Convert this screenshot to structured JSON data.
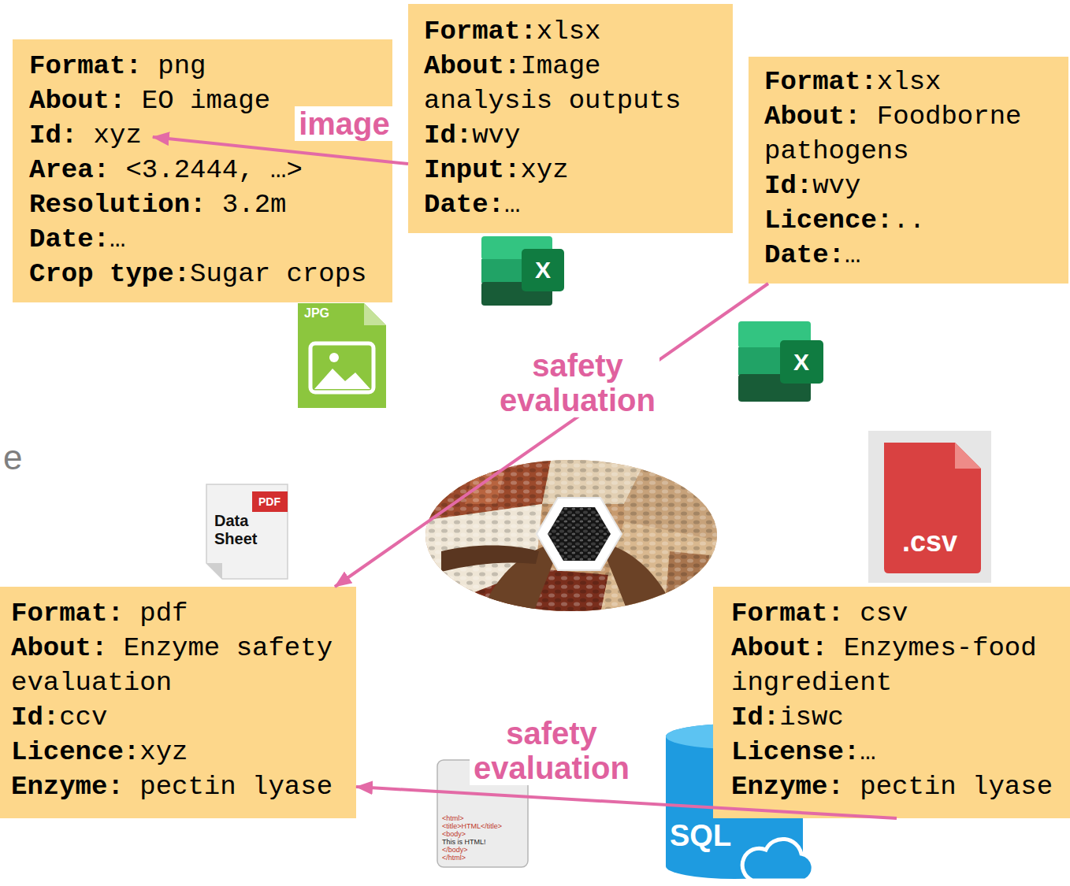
{
  "diagram": {
    "nodes": [
      {
        "text": [
          "Format: png",
          "About: EO image",
          "Id: xyz",
          "Area: <3.2444, …>",
          "Resolution: 3.2m",
          "Date:…",
          "Crop type:Sugar crops"
        ]
      },
      {
        "text": [
          "Format:xlsx",
          "About:Image analysis outputs",
          "Id:wvy",
          "Input:xyz",
          "Date:…"
        ]
      },
      {
        "text": [
          "Format:xlsx",
          "About: Foodborne pathogens",
          "Id:wvy",
          "Licence:..",
          "Date:…"
        ]
      },
      {
        "text": [
          "Format: pdf",
          "About: Enzyme safety evaluation",
          "Id:ccv",
          "Licence:xyz",
          "Enzyme: pectin lyase"
        ]
      },
      {
        "text": [
          "Format: csv",
          "About: Enzymes-food ingredient",
          "Id:iswc",
          "License:…",
          "Enzyme: pectin lyase"
        ]
      }
    ],
    "edges": [
      {
        "from": 1,
        "to": 0,
        "arrow": "to",
        "label": "image"
      },
      {
        "from": 2,
        "to": 3,
        "arrow": "to",
        "label": "safety evaluation"
      },
      {
        "from": 4,
        "to": 3,
        "arrow": "to",
        "label": "safety evaluation"
      }
    ],
    "labels": [
      "X",
      "JPG",
      "X",
      "e",
      "PDF",
      "Data Sheet",
      ".csv",
      "<html>",
      "<title>HTML</title>",
      "<body>",
      "This is HTML!",
      "</body>",
      "</html>",
      "SQL"
    ]
  }
}
